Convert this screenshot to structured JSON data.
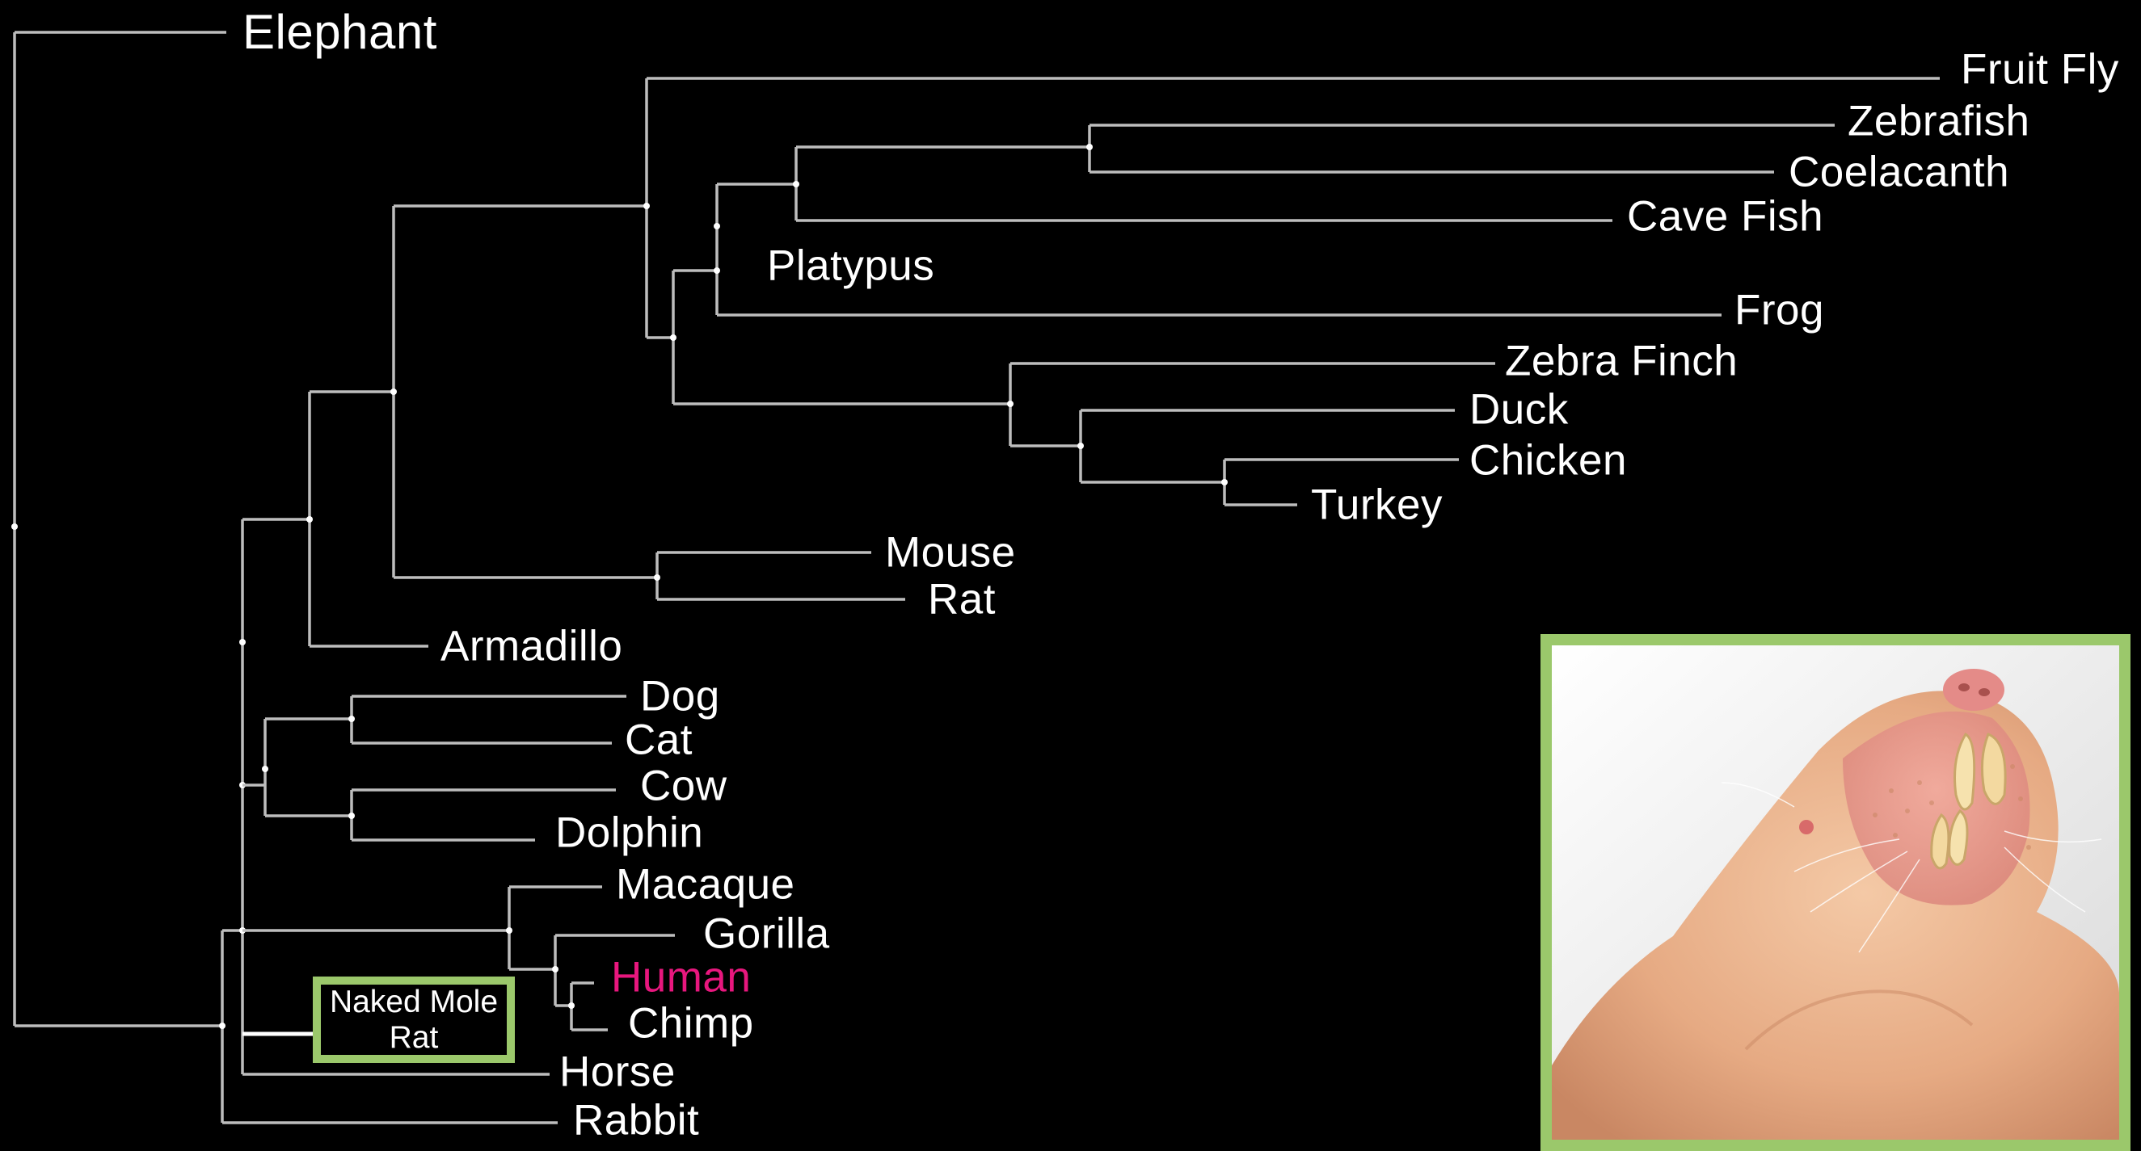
{
  "colors": {
    "background": "#000000",
    "branch": "#bdbdbd",
    "label": "#ffffff",
    "highlight_label": "#e8177e",
    "highlight_box": "#9bc86b"
  },
  "species": {
    "elephant": "Elephant",
    "fruit_fly": "Fruit Fly",
    "zebrafish": "Zebrafish",
    "coelacanth": "Coelacanth",
    "cave_fish": "Cave Fish",
    "platypus": "Platypus",
    "frog": "Frog",
    "zebra_finch": "Zebra Finch",
    "duck": "Duck",
    "chicken": "Chicken",
    "turkey": "Turkey",
    "mouse": "Mouse",
    "rat": "Rat",
    "armadillo": "Armadillo",
    "dog": "Dog",
    "cat": "Cat",
    "cow": "Cow",
    "dolphin": "Dolphin",
    "macaque": "Macaque",
    "gorilla": "Gorilla",
    "human": "Human",
    "chimp": "Chimp",
    "horse": "Horse",
    "rabbit": "Rabbit"
  },
  "highlight": {
    "label": "Naked Mole Rat",
    "line1": "Naked Mole",
    "line2": "Rat",
    "photo_subject": "naked-mole-rat-photo"
  }
}
